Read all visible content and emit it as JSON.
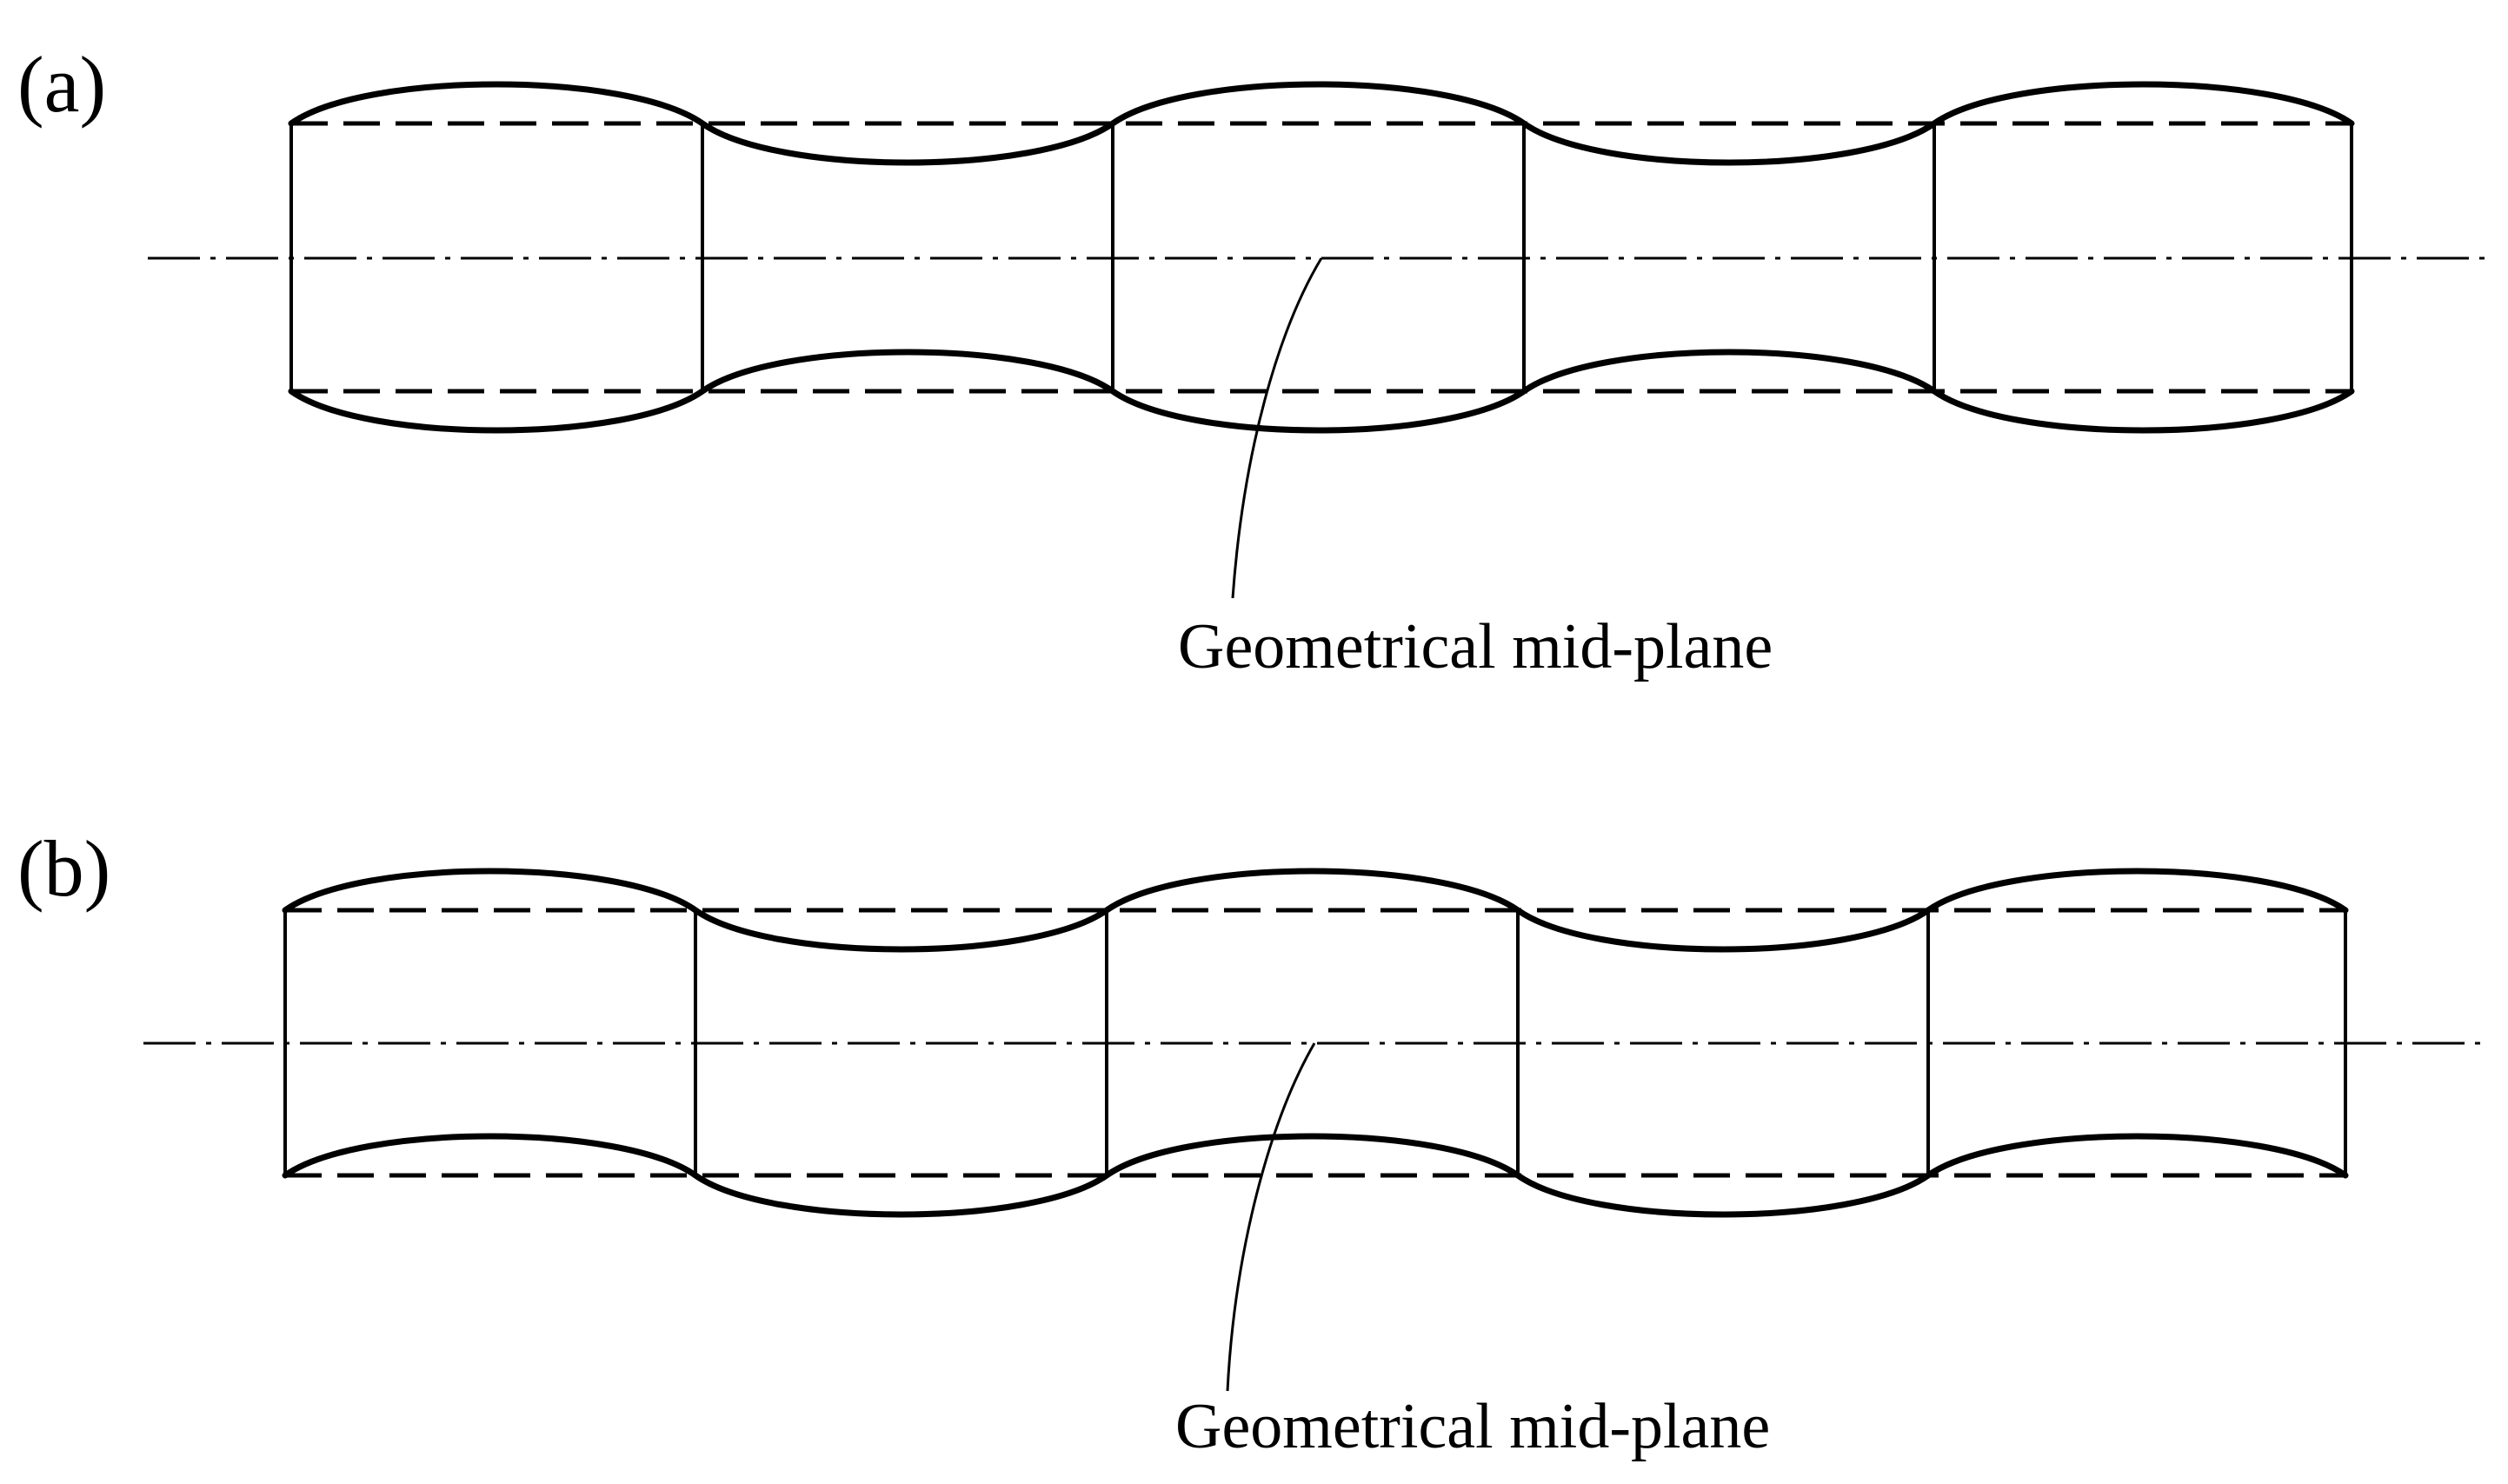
{
  "panels": [
    {
      "id": "a",
      "label": "(a)",
      "callout": "Geometrical mid-plane"
    },
    {
      "id": "b",
      "label": "(b)",
      "callout": "Geometrical mid-plane"
    }
  ]
}
